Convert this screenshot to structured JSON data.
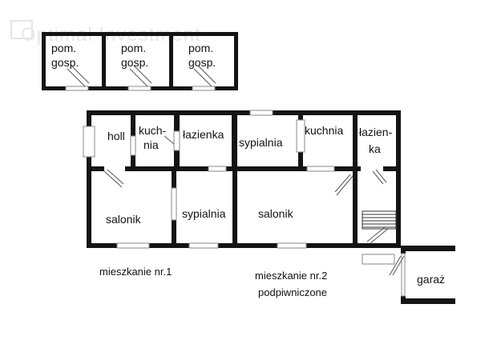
{
  "watermark": {
    "text": "Optimal Investment"
  },
  "storage": [
    {
      "line1": "pom.",
      "line2": "gosp."
    },
    {
      "line1": "pom.",
      "line2": "gosp."
    },
    {
      "line1": "pom.",
      "line2": "gosp."
    }
  ],
  "rooms": {
    "holl": "holl",
    "kuchnia1_a": "kuch-",
    "kuchnia1_b": "nia",
    "lazienka1": "łazienka",
    "sypialnia1": "sypialnia",
    "kuchnia2": "kuchnia",
    "lazienka2_a": "łazien-",
    "lazienka2_b": "ka",
    "salonik1": "salonik",
    "sypialnia2": "sypialnia",
    "salonik2": "salonik",
    "garaz": "garaż"
  },
  "captions": {
    "apt1": "mieszkanie nr.1",
    "apt2_line1": "mieszkanie nr.2",
    "apt2_line2": "podpiwniczone"
  },
  "colors": {
    "wall": "#141414",
    "background": "#ffffff",
    "watermark": "#e6e8ec"
  }
}
